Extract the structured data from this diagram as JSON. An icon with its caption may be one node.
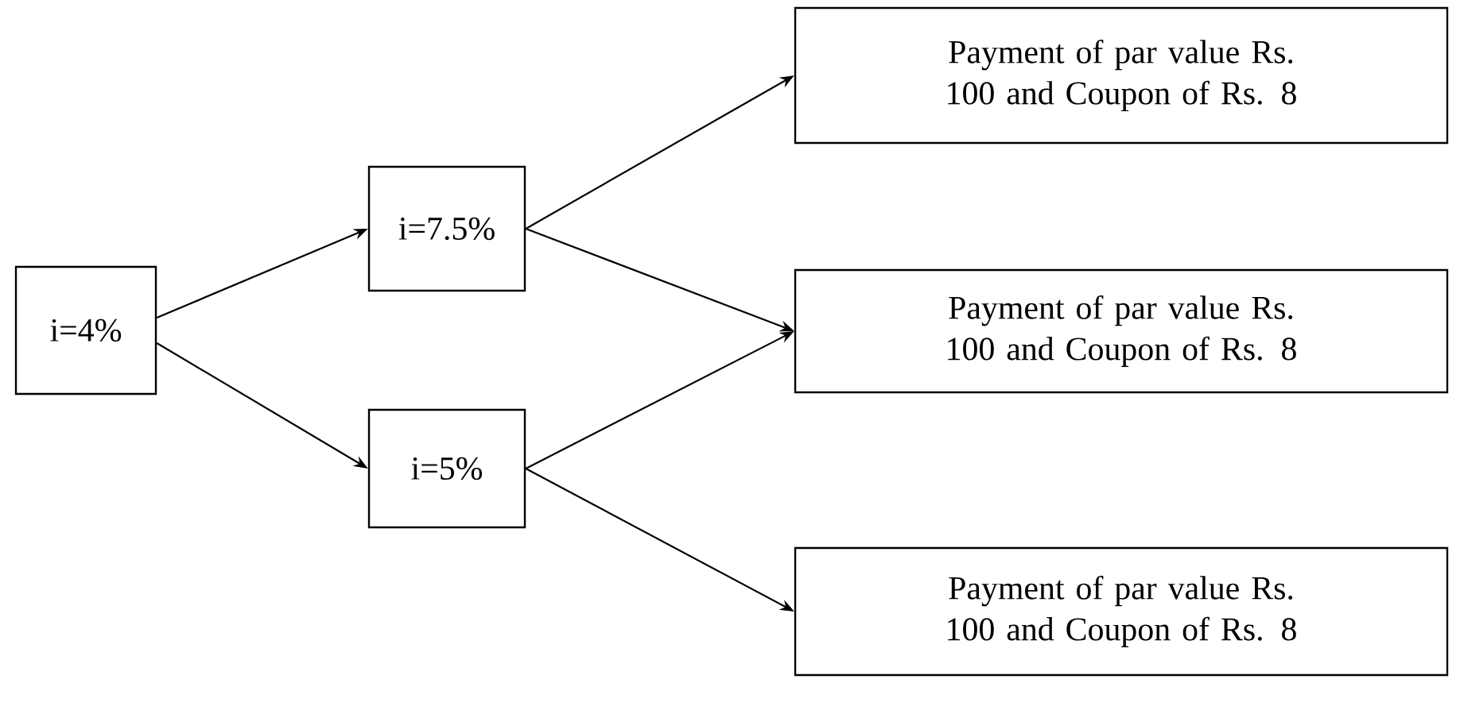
{
  "diagram": {
    "nodes": [
      {
        "text": [
          "i=4%"
        ]
      },
      {
        "text": [
          "i=7.5%"
        ]
      },
      {
        "text": [
          "i=5%"
        ]
      },
      {
        "text": [
          "Payment of par value Rs. 100 and Coupon of Rs. 8"
        ]
      },
      {
        "text": [
          "Payment of par value Rs. 100 and Coupon of Rs. 8"
        ]
      },
      {
        "text": [
          "Payment of par value Rs. 100 and Coupon of Rs. 8"
        ]
      }
    ],
    "edges": [
      {
        "from": 0,
        "to": 1,
        "arrow": "to"
      },
      {
        "from": 0,
        "to": 2,
        "arrow": "to"
      },
      {
        "from": 1,
        "to": 3,
        "arrow": "to"
      },
      {
        "from": 1,
        "to": 4,
        "arrow": "to"
      },
      {
        "from": 2,
        "to": 4,
        "arrow": "to"
      },
      {
        "from": 2,
        "to": 5,
        "arrow": "to"
      }
    ]
  }
}
